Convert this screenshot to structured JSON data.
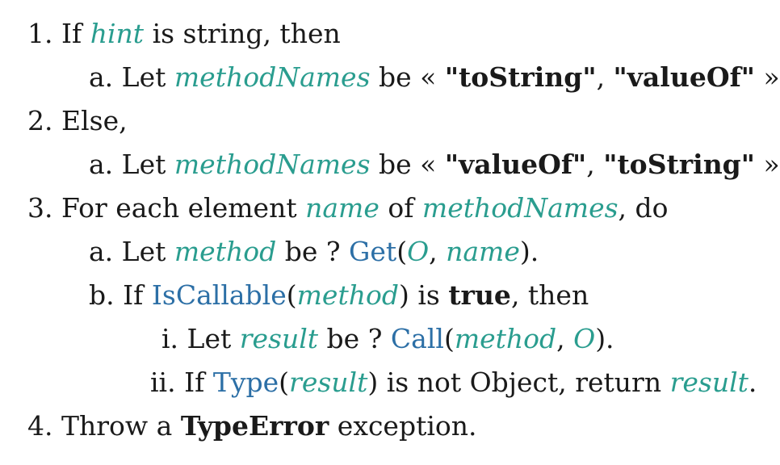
{
  "steps": [
    {
      "num": "1.",
      "parts": [
        {
          "t": "If ",
          "k": "text"
        },
        {
          "t": "hint",
          "k": "var"
        },
        {
          "t": " is string, then",
          "k": "text"
        }
      ]
    },
    {
      "num": "a.",
      "parts": [
        {
          "t": "Let ",
          "k": "text"
        },
        {
          "t": "methodNames",
          "k": "var"
        },
        {
          "t": " be « ",
          "k": "text"
        },
        {
          "t": "\"toString\"",
          "k": "str"
        },
        {
          "t": ", ",
          "k": "text"
        },
        {
          "t": "\"valueOf\"",
          "k": "str"
        },
        {
          "t": " ».",
          "k": "text"
        }
      ]
    },
    {
      "num": "2.",
      "parts": [
        {
          "t": "Else,",
          "k": "text"
        }
      ]
    },
    {
      "num": "a.",
      "parts": [
        {
          "t": "Let ",
          "k": "text"
        },
        {
          "t": "methodNames",
          "k": "var"
        },
        {
          "t": " be « ",
          "k": "text"
        },
        {
          "t": "\"valueOf\"",
          "k": "str"
        },
        {
          "t": ", ",
          "k": "text"
        },
        {
          "t": "\"toString\"",
          "k": "str"
        },
        {
          "t": " ».",
          "k": "text"
        }
      ]
    },
    {
      "num": "3.",
      "parts": [
        {
          "t": "For each element ",
          "k": "text"
        },
        {
          "t": "name",
          "k": "var"
        },
        {
          "t": " of ",
          "k": "text"
        },
        {
          "t": "methodNames",
          "k": "var"
        },
        {
          "t": ", do",
          "k": "text"
        }
      ]
    },
    {
      "num": "a.",
      "parts": [
        {
          "t": "Let ",
          "k": "text"
        },
        {
          "t": "method",
          "k": "var"
        },
        {
          "t": " be ? ",
          "k": "text"
        },
        {
          "t": "Get",
          "k": "fn"
        },
        {
          "t": "(",
          "k": "text"
        },
        {
          "t": "O",
          "k": "var"
        },
        {
          "t": ", ",
          "k": "text"
        },
        {
          "t": "name",
          "k": "var"
        },
        {
          "t": ").",
          "k": "text"
        }
      ]
    },
    {
      "num": "b.",
      "parts": [
        {
          "t": "If ",
          "k": "text"
        },
        {
          "t": "IsCallable",
          "k": "fn"
        },
        {
          "t": "(",
          "k": "text"
        },
        {
          "t": "method",
          "k": "var"
        },
        {
          "t": ") is ",
          "k": "text"
        },
        {
          "t": "true",
          "k": "bold"
        },
        {
          "t": ", then",
          "k": "text"
        }
      ]
    },
    {
      "num": "i.",
      "parts": [
        {
          "t": "Let ",
          "k": "text"
        },
        {
          "t": "result",
          "k": "var"
        },
        {
          "t": " be ? ",
          "k": "text"
        },
        {
          "t": "Call",
          "k": "fn"
        },
        {
          "t": "(",
          "k": "text"
        },
        {
          "t": "method",
          "k": "var"
        },
        {
          "t": ", ",
          "k": "text"
        },
        {
          "t": "O",
          "k": "var"
        },
        {
          "t": ").",
          "k": "text"
        }
      ]
    },
    {
      "num": "ii.",
      "parts": [
        {
          "t": "If ",
          "k": "text"
        },
        {
          "t": "Type",
          "k": "fn"
        },
        {
          "t": "(",
          "k": "text"
        },
        {
          "t": "result",
          "k": "var"
        },
        {
          "t": ") is not Object, return ",
          "k": "text"
        },
        {
          "t": "result",
          "k": "var"
        },
        {
          "t": ".",
          "k": "text"
        }
      ]
    },
    {
      "num": "4.",
      "parts": [
        {
          "t": "Throw a ",
          "k": "text"
        },
        {
          "t": "TypeError",
          "k": "bold"
        },
        {
          "t": " exception.",
          "k": "text"
        }
      ]
    }
  ]
}
